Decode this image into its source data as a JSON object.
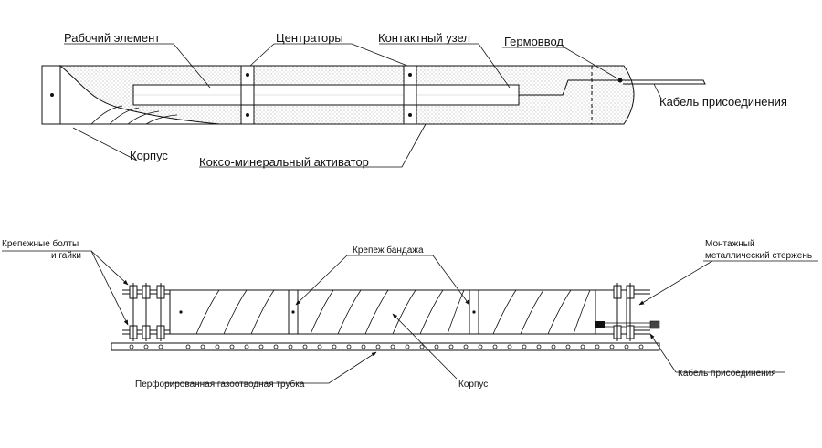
{
  "top_diagram": {
    "labels": {
      "working_element": "Рабочий элемент",
      "centralizers": "Центраторы",
      "contact_node": "Контактный узел",
      "hermetic_lead": "Гермоввод",
      "connection_cable": "Кабель присоединения",
      "housing": "Корпус",
      "coke_mineral_activator": "Коксо-минеральный активатор"
    }
  },
  "bottom_diagram": {
    "labels": {
      "bolts_line1": "Крепежные болты",
      "bolts_line2": "и гайки",
      "band_fastener": "Крепеж бандажа",
      "rod_line1": "Монтажный",
      "rod_line2": "металлический стержень",
      "perforated_tube": "Перфорированная газоотводная трубка",
      "housing": "Корпус",
      "connection_cable": "Кабель присоединения"
    }
  }
}
